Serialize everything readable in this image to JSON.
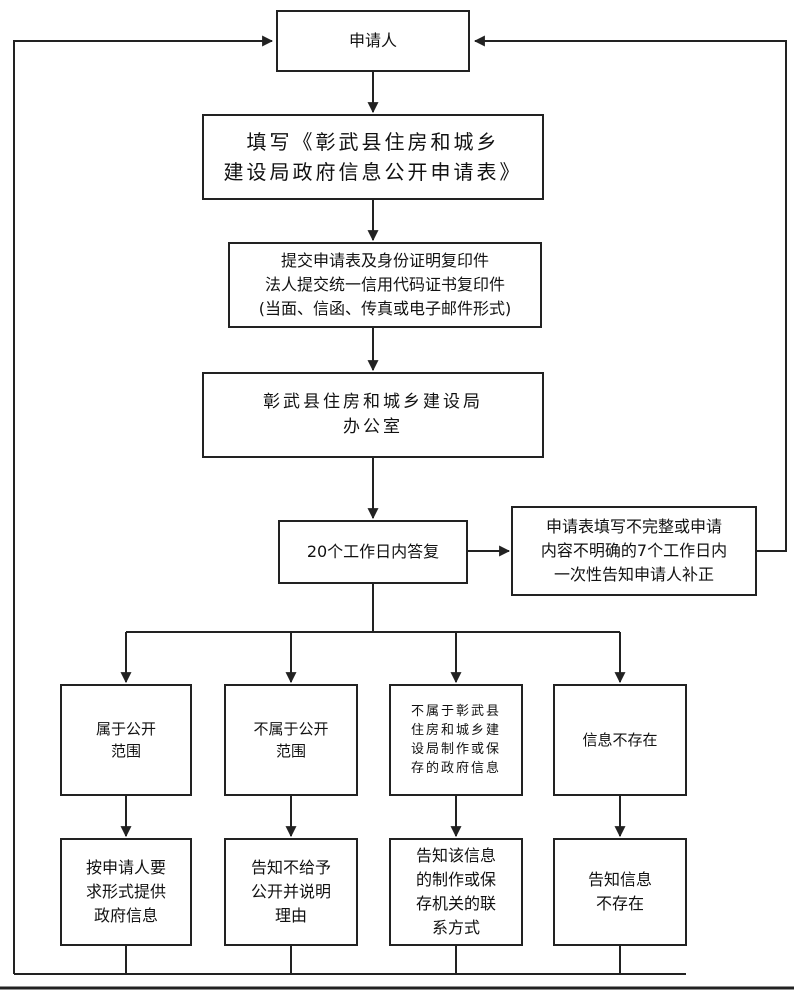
{
  "nodes": {
    "applicant": "申请人",
    "fill_form": [
      "填写《彰武县住房和城乡",
      "建设局政府信息公开申请表》"
    ],
    "submit": [
      "提交申请表及身份证明复印件",
      "法人提交统一信用代码证书复印件",
      "(当面、信函、传真或电子邮件形式)"
    ],
    "office": [
      "彰武县住房和城乡建设局",
      "办公室"
    ],
    "reply": "20个工作日内答复",
    "incomplete": [
      "申请表填写不完整或申请",
      "内容不明确的7个工作日内",
      "一次性告知申请人补正"
    ],
    "cat_public": [
      "属于公开",
      "范围"
    ],
    "cat_not_public": [
      "不属于公开",
      "范围"
    ],
    "cat_not_ours": [
      "不属于彰武县",
      "住房和城乡建",
      "设局制作或保",
      "存的政府信息"
    ],
    "cat_not_exist": "信息不存在",
    "res_provide": [
      "按申请人要",
      "求形式提供",
      "政府信息"
    ],
    "res_refuse": [
      "告知不给予",
      "公开并说明",
      "理由"
    ],
    "res_contact": [
      "告知该信息",
      "的制作或保",
      "存机关的联",
      "系方式"
    ],
    "res_not_exist": [
      "告知信息",
      "不存在"
    ]
  }
}
